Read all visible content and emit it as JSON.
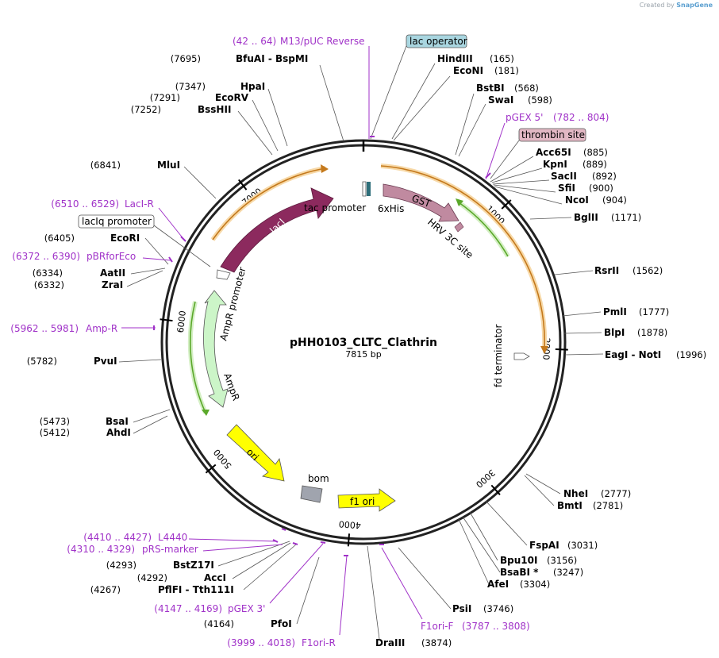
{
  "branding": {
    "prefix": "Created by",
    "name": "SnapGene"
  },
  "plasmid": {
    "name": "pHH0103_CLTC_Clathrin",
    "size_label": "7815 bp",
    "length_bp": 7815
  },
  "ticks": [
    "1000",
    "2000",
    "3000",
    "4000",
    "5000",
    "6000",
    "7000"
  ],
  "features": {
    "lac_operator": "lac operator",
    "thrombin_site": "thrombin site",
    "lacIq_promoter": "lacIq promoter",
    "lacI": "lacI",
    "tac_promoter": "tac promoter",
    "his_tag": "6xHis",
    "gst": "GST",
    "hrv3c": "HRV 3C site",
    "ampr_promoter": "AmpR promoter",
    "ampr": "AmpR",
    "fd_terminator": "fd terminator",
    "ori": "ori",
    "bom": "bom",
    "f1_ori": "f1 ori"
  },
  "sites": [
    {
      "id": "bfuai",
      "pos": "(7695)",
      "name": "BfuAI",
      "sep": "-",
      "name2": "BspMI"
    },
    {
      "id": "hpai",
      "pos": "(7347)",
      "name": "HpaI"
    },
    {
      "id": "ecorv",
      "pos": "(7291)",
      "name": "EcoRV"
    },
    {
      "id": "bsshii",
      "pos": "(7252)",
      "name": "BssHII"
    },
    {
      "id": "mlui",
      "pos": "(6841)",
      "name": "MluI"
    },
    {
      "id": "ecori",
      "pos": "(6405)",
      "name": "EcoRI"
    },
    {
      "id": "aatii",
      "pos": "(6334)",
      "name": "AatII"
    },
    {
      "id": "zrai",
      "pos": "(6332)",
      "name": "ZraI"
    },
    {
      "id": "pvui",
      "pos": "(5782)",
      "name": "PvuI"
    },
    {
      "id": "bsai",
      "pos": "(5473)",
      "name": "BsaI"
    },
    {
      "id": "ahdi",
      "pos": "(5412)",
      "name": "AhdI"
    },
    {
      "id": "bstz17i",
      "pos": "(4293)",
      "name": "BstZ17I"
    },
    {
      "id": "acci",
      "pos": "(4292)",
      "name": "AccI"
    },
    {
      "id": "pflfi",
      "pos": "(4267)",
      "name": "PflFI",
      "sep": "-",
      "name2": "Tth111I"
    },
    {
      "id": "pfoi",
      "pos": "(4164)",
      "name": "PfoI"
    },
    {
      "id": "hindiii",
      "pos": "(165)",
      "name": "HindIII"
    },
    {
      "id": "econi",
      "pos": "(181)",
      "name": "EcoNI"
    },
    {
      "id": "bstbi",
      "pos": "(568)",
      "name": "BstBI"
    },
    {
      "id": "swai",
      "pos": "(598)",
      "name": "SwaI"
    },
    {
      "id": "acc65i",
      "pos": "(885)",
      "name": "Acc65I"
    },
    {
      "id": "kpni",
      "pos": "(889)",
      "name": "KpnI"
    },
    {
      "id": "sacii",
      "pos": "(892)",
      "name": "SacII"
    },
    {
      "id": "sfii",
      "pos": "(900)",
      "name": "SfiI"
    },
    {
      "id": "ncoi",
      "pos": "(904)",
      "name": "NcoI"
    },
    {
      "id": "bglii",
      "pos": "(1171)",
      "name": "BglII"
    },
    {
      "id": "rsrii",
      "pos": "(1562)",
      "name": "RsrII"
    },
    {
      "id": "pmli",
      "pos": "(1777)",
      "name": "PmlI"
    },
    {
      "id": "blpi",
      "pos": "(1878)",
      "name": "BlpI"
    },
    {
      "id": "eagi",
      "pos": "(1996)",
      "name": "EagI",
      "sep": "-",
      "name2": "NotI"
    },
    {
      "id": "nhei",
      "pos": "(2777)",
      "name": "NheI"
    },
    {
      "id": "bmti",
      "pos": "(2781)",
      "name": "BmtI"
    },
    {
      "id": "fspai",
      "pos": "(3031)",
      "name": "FspAI"
    },
    {
      "id": "bpu10i",
      "pos": "(3156)",
      "name": "Bpu10I"
    },
    {
      "id": "bsabi",
      "pos": "(3247)",
      "name": "BsaBI *"
    },
    {
      "id": "afei",
      "pos": "(3304)",
      "name": "AfeI"
    },
    {
      "id": "psii",
      "pos": "(3746)",
      "name": "PsiI"
    },
    {
      "id": "draiii",
      "pos": "(3874)",
      "name": "DraIII"
    }
  ],
  "primers": [
    {
      "id": "m13",
      "pos": "(42 .. 64)",
      "name": "M13/pUC Reverse"
    },
    {
      "id": "pgex5",
      "pos": "(782 .. 804)",
      "name": "pGEX 5'"
    },
    {
      "id": "laciR",
      "pos": "(6510 .. 6529)",
      "name": "LacI-R"
    },
    {
      "id": "pbrforeco",
      "pos": "(6372 .. 6390)",
      "name": "pBRforEco"
    },
    {
      "id": "ampR",
      "pos": "(5962 .. 5981)",
      "name": "Amp-R"
    },
    {
      "id": "l4440",
      "pos": "(4410 .. 4427)",
      "name": "L4440"
    },
    {
      "id": "prsmarker",
      "pos": "(4310 .. 4329)",
      "name": "pRS-marker"
    },
    {
      "id": "pgex3",
      "pos": "(4147 .. 4169)",
      "name": "pGEX 3'"
    },
    {
      "id": "f1oriR",
      "pos": "(3999 .. 4018)",
      "name": "F1ori-R"
    },
    {
      "id": "f1oriF",
      "pos": "(3787 .. 3808)",
      "name": "F1ori-F"
    }
  ],
  "colors": {
    "backbone": "#222222",
    "lacI": "#8c2a5e",
    "gst": "#c08aa0",
    "ampr": "#ccf5c8",
    "ori": "#ffff00",
    "f1ori": "#ffff00",
    "bom": "#a0a4ae",
    "orf_orange": "#e8a33a",
    "orf_green": "#5aa82a",
    "primer": "#a032c8",
    "lac_operator_fill": "#a9d6e0",
    "thrombin_fill": "#e2b8c4"
  }
}
